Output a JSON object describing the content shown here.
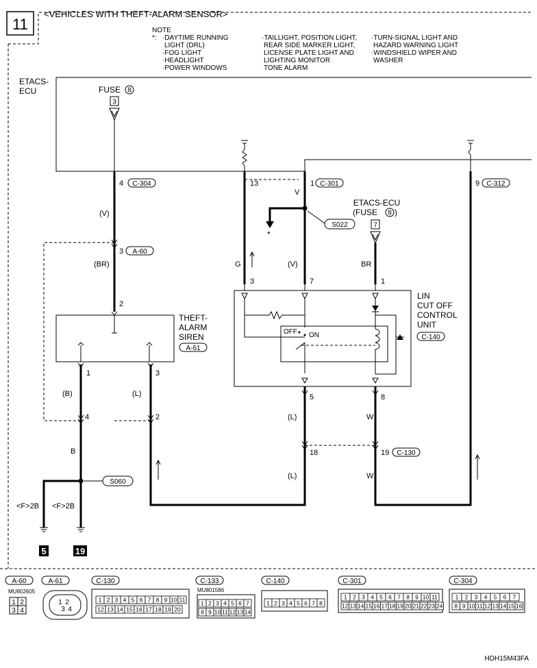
{
  "page_number": "11",
  "header": "<VEHICLES WITH THEFT-ALARM SENSOR>",
  "note": {
    "title": "NOTE",
    "star": "*:",
    "col1": [
      "·DAYTIME RUNNING",
      "LIGHT (DRL)",
      "·FOG LIGHT",
      "·HEADLIGHT",
      "·POWER WINDOWS"
    ],
    "col2": [
      "·TAILLIGHT, POSITION LIGHT,",
      "REAR SIDE MARKER LIGHT,",
      "LICENSE PLATE LIGHT AND",
      "LIGHTING MONITOR",
      "TONE ALARM"
    ],
    "col3": [
      "·TURN-SIGNAL LIGHT AND",
      "HAZARD WARNING LIGHT",
      "·WINDSHIELD WIPER AND",
      "WASHER"
    ]
  },
  "etacs": {
    "line1": "ETACS-",
    "line2": "ECU",
    "fuse_label": "FUSE",
    "fuse_num": "8",
    "fuse_pin": "3"
  },
  "etacs2": {
    "line1": "ETACS-ECU",
    "line2": "(FUSE",
    "line2_num": "8",
    "line2_end": ")",
    "pin": "7"
  },
  "connectors": {
    "c304": "C-304",
    "a60": "A-60",
    "c301": "C-301",
    "c312": "C-312",
    "a61": "A-61",
    "c140": "C-140",
    "c130": "C-130",
    "c133": "C-133"
  },
  "pins": {
    "p4": "4",
    "p3": "3",
    "p2": "2",
    "p13": "13",
    "p1": "1",
    "p9": "9",
    "p3b": "3",
    "p7": "7",
    "p1b": "1",
    "p1c": "1",
    "p3c": "3",
    "p4b": "4",
    "p2b": "2",
    "p5": "5",
    "p8": "8",
    "p18": "18",
    "p19": "19"
  },
  "wire_colors": {
    "v1": "(V)",
    "br1": "(BR)",
    "g": "G",
    "v2": "V",
    "v3": "(V)",
    "br2": "BR",
    "b1": "(B)",
    "l1": "(L)",
    "b2": "B",
    "l2": "(L)",
    "w1": "W",
    "l3": "(L)",
    "w2": "W"
  },
  "splices": {
    "s022": "S022",
    "s060": "S060"
  },
  "star_mark": "*",
  "siren": {
    "line1": "THEFT-",
    "line2": "ALARM",
    "line3": "SIREN"
  },
  "lin": {
    "line1": "LIN",
    "line2": "CUT OFF",
    "line3": "CONTROL",
    "line4": "UNIT"
  },
  "switch": {
    "off": "OFF",
    "on": "ON"
  },
  "grounds": {
    "g1_code": "<F>2B",
    "g2_code": "<F>2B",
    "g1_num": "5",
    "g2_num": "19"
  },
  "legend": {
    "a60": "A-60",
    "a60_part": "MU802605",
    "a61": "A-61",
    "c130": "C-130",
    "c133": "C-133",
    "c133_part": "MU801586",
    "c140": "C-140",
    "c301": "C-301",
    "c304": "C-304"
  },
  "legend_pins": {
    "a60": [
      "1",
      "2",
      "3",
      "4"
    ],
    "a61": [
      "1",
      "2",
      "3",
      "4"
    ],
    "c130_top": [
      "1",
      "2",
      "3",
      "4",
      "5",
      "6",
      "7",
      "8",
      "9",
      "10",
      "11"
    ],
    "c130_bot": [
      "12",
      "13",
      "14",
      "15",
      "16",
      "17",
      "18",
      "19",
      "20"
    ],
    "c133_top": [
      "1",
      "2",
      "3",
      "4",
      "5",
      "6",
      "7"
    ],
    "c133_bot": [
      "8",
      "9",
      "10",
      "11",
      "12",
      "13",
      "14"
    ],
    "c140": [
      "1",
      "2",
      "3",
      "4",
      "5",
      "6",
      "7",
      "8"
    ],
    "c301_top": [
      "1",
      "2",
      "3",
      "4",
      "5",
      "6",
      "7",
      "8",
      "9",
      "10",
      "11"
    ],
    "c301_bot": [
      "12",
      "13",
      "14",
      "15",
      "16",
      "17",
      "18",
      "19",
      "20",
      "21",
      "22",
      "23",
      "24"
    ],
    "c304_top": [
      "1",
      "2",
      "3",
      "4",
      "5",
      "6",
      "7"
    ],
    "c304_bot": [
      "8",
      "9",
      "10",
      "11",
      "12",
      "13",
      "14",
      "15",
      "16"
    ]
  },
  "figure_code": "HDH15M43FA"
}
